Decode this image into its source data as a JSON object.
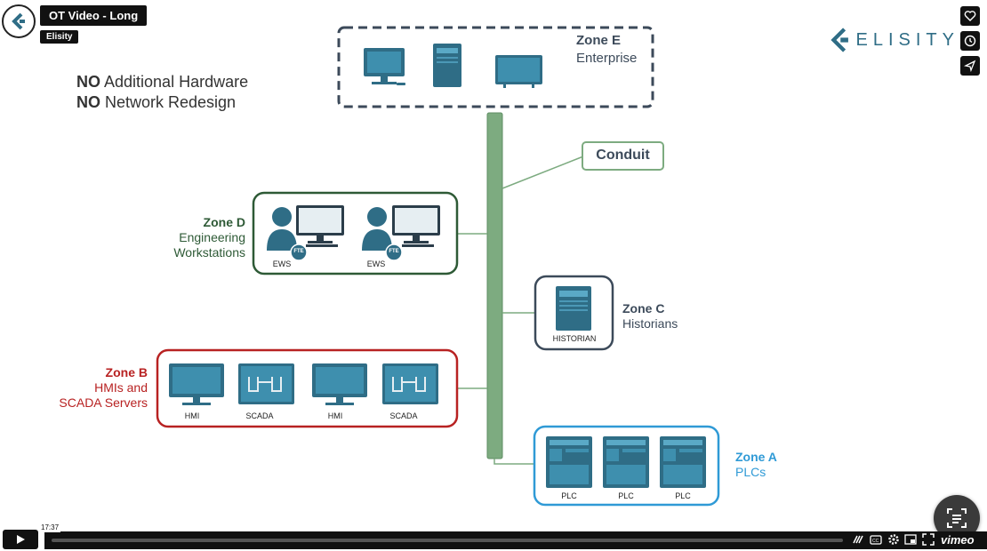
{
  "video": {
    "title": "OT Video - Long",
    "channel": "Elisity",
    "timestamp": "17:37",
    "brand_text": "ELISITY",
    "vimeo_logo": "vimeo"
  },
  "headline": {
    "line1_bold": "NO",
    "line1_rest": " Additional Hardware",
    "line2_bold": "NO",
    "line2_rest": " Network Redesign"
  },
  "zones": {
    "e": {
      "title": "Zone E",
      "subtitle": "Enterprise"
    },
    "d": {
      "title": "Zone D",
      "line1": "Engineering",
      "line2": "Workstations"
    },
    "c": {
      "title": "Zone C",
      "subtitle": "Historians"
    },
    "b": {
      "title": "Zone B",
      "line1": "HMIs and",
      "line2": "SCADA Servers"
    },
    "a": {
      "title": "Zone A",
      "subtitle": "PLCs"
    }
  },
  "conduit": "Conduit",
  "labels": {
    "ews": "EWS",
    "fte": "FTE",
    "historian": "HISTORIAN",
    "hmi": "HMI",
    "scada": "SCADA",
    "plc": "PLC"
  },
  "colors": {
    "zone_e": "#3c4a5a",
    "zone_d": "#2e5a36",
    "zone_c": "#3c4a5a",
    "zone_b": "#b82222",
    "zone_a": "#2f9ad6",
    "conduit": "#7dab80",
    "device": "#2f6d86"
  }
}
